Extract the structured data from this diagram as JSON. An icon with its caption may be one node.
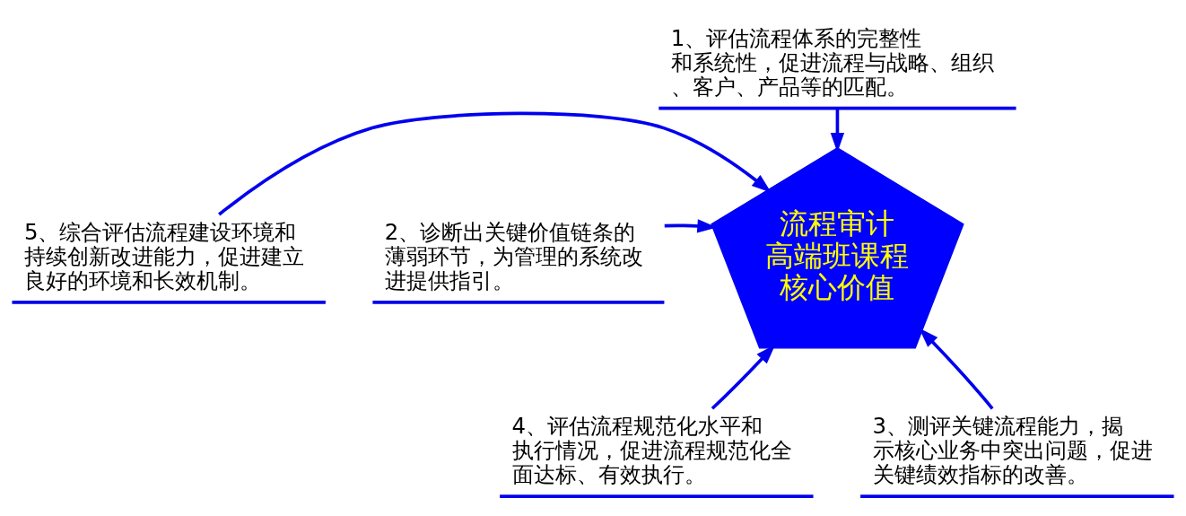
{
  "diagram": {
    "nodes": [
      {
        "text": [
          "1、评估流程体系的完整性和系统性，促进流程与战略、组织、客户、产品等的匹配。"
        ]
      },
      {
        "text": [
          "5、综合评估流程建设环境和持续创新改进能力，促进建立良好的环境和长效机制。"
        ]
      },
      {
        "text": [
          "2、诊断出关键价值链条的薄弱环节，为管理的系统改进提供指引。"
        ]
      },
      {
        "text": [
          "流程审计高端班课程核心价值"
        ]
      },
      {
        "text": [
          "4、评估流程规范化水平和执行情况，促进流程规范化全面达标、有效执行。"
        ]
      },
      {
        "text": [
          "3、测评关键流程能力，揭示核心业务中突出问题，促进关键绩效指标的改善。"
        ]
      }
    ],
    "edges": [
      {
        "from": 0,
        "to": 3,
        "arrow": "to"
      },
      {
        "from": 2,
        "to": 3,
        "arrow": "to"
      },
      {
        "from": 5,
        "to": 3,
        "arrow": "to"
      },
      {
        "from": 4,
        "to": 3,
        "arrow": "to"
      },
      {
        "from": 1,
        "to": 3,
        "arrow": "to"
      }
    ]
  }
}
